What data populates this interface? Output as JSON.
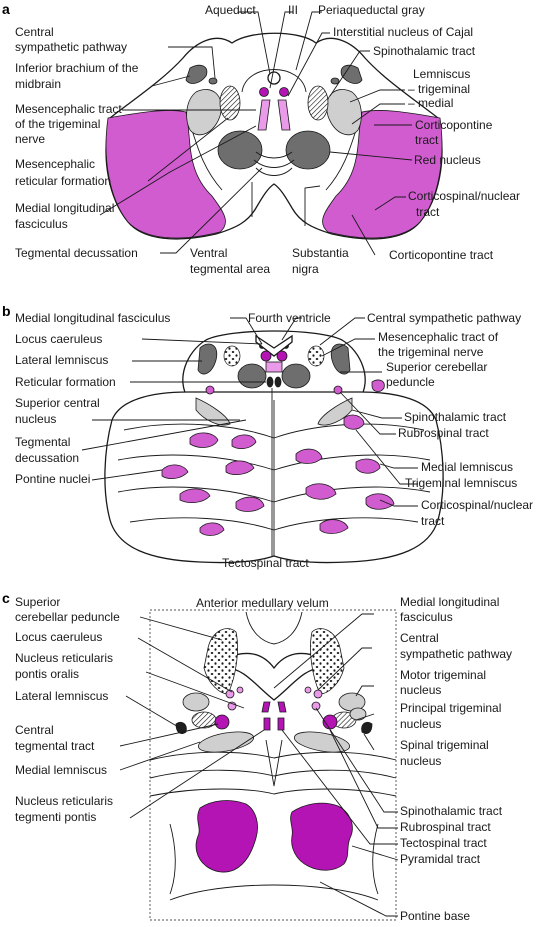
{
  "panels": {
    "a": {
      "letter": "a",
      "labels": {
        "aqueduct": "Aqueduct",
        "iii": "III",
        "periaqueductal_gray": "Periaqueductal gray",
        "central_sympathetic_1": "Central",
        "central_sympathetic_2": "sympathetic pathway",
        "interstitial_cajal": "Interstitial nucleus of Cajal",
        "inferior_brachium_1": "Inferior brachium of the",
        "inferior_brachium_2": "midbrain",
        "spinothalamic": "Spinothalamic tract",
        "lemniscus": "Lemniscus",
        "trigeminal": "– trigeminal",
        "medial": "– medial",
        "mes_tract_1": "Mesencephalic tract",
        "mes_tract_2": "of the trigeminal",
        "mes_tract_3": "nerve",
        "corticopontine_1": "Corticopontine",
        "corticopontine_2": "tract",
        "red_nucleus": "Red nucleus",
        "mes_reticular_1": "Mesencephalic",
        "mes_reticular_2": "reticular formation",
        "corticospinal_1": "Corticospinal/nuclear",
        "corticospinal_2": "tract",
        "mlf_1": "Medial longitudinal",
        "mlf_2": "fasciculus",
        "tegmental_decussation": "Tegmental decussation",
        "vta_1": "Ventral",
        "vta_2": "tegmental area",
        "substantia_1": "Substantia",
        "substantia_2": "nigra",
        "corticopontine_bottom": "Corticopontine tract"
      }
    },
    "b": {
      "letter": "b",
      "labels": {
        "mlf": "Medial longitudinal fasciculus",
        "fourth_ventricle": "Fourth ventricle",
        "central_sympathetic": "Central sympathetic pathway",
        "locus": "Locus caeruleus",
        "mes_tract_1": "Mesencephalic tract of",
        "mes_tract_2": "the trigeminal nerve",
        "lateral_lemniscus": "Lateral lemniscus",
        "scp_1": "Superior cerebellar",
        "scp_2": "peduncle",
        "reticular": "Reticular formation",
        "superior_central_1": "Superior central",
        "superior_central_2": "nucleus",
        "spinothalamic": "Spinothalamic tract",
        "rubrospinal": "Rubrospinal tract",
        "tegmental_1": "Tegmental",
        "tegmental_2": "decussation",
        "pontine_nuclei": "Pontine nuclei",
        "medial_lemniscus": "Medial lemniscus",
        "trigeminal_lemniscus": "Trigeminal lemniscus",
        "corticospinal_1": "Corticospinal/nuclear",
        "corticospinal_2": "tract",
        "tectospinal": "Tectospinal tract"
      }
    },
    "c": {
      "letter": "c",
      "labels": {
        "scp_1": "Superior",
        "scp_2": "cerebellar peduncle",
        "anterior_velum": "Anterior medullary velum",
        "mlf_1": "Medial longitudinal",
        "mlf_2": "fasciculus",
        "locus": "Locus caeruleus",
        "central_symp_1": "Central",
        "central_symp_2": "sympathetic pathway",
        "nrpo_1": "Nucleus reticularis",
        "nrpo_2": "pontis oralis",
        "motor_trig_1": "Motor trigeminal",
        "motor_trig_2": "nucleus",
        "lateral_lemniscus": "Lateral lemniscus",
        "principal_trig_1": "Principal trigeminal",
        "principal_trig_2": "nucleus",
        "ctt_1": "Central",
        "ctt_2": "tegmental tract",
        "spinal_trig_1": "Spinal trigeminal",
        "spinal_trig_2": "nucleus",
        "medial_lemniscus": "Medial lemniscus",
        "nrtp_1": "Nucleus reticularis",
        "nrtp_2": "tegmenti pontis",
        "spinothalamic": "Spinothalamic tract",
        "rubrospinal": "Rubrospinal tract",
        "tectospinal": "Tectospinal tract",
        "pyramidal": "Pyramidal tract",
        "pontine_base": "Pontine base"
      }
    }
  },
  "colors": {
    "tract_magenta": "#d05cd0",
    "pyramidal_magenta": "#b314b3",
    "light_pink": "#e99ae9",
    "light_grey": "#cfcfcf",
    "dark_grey": "#6e6e6e"
  }
}
